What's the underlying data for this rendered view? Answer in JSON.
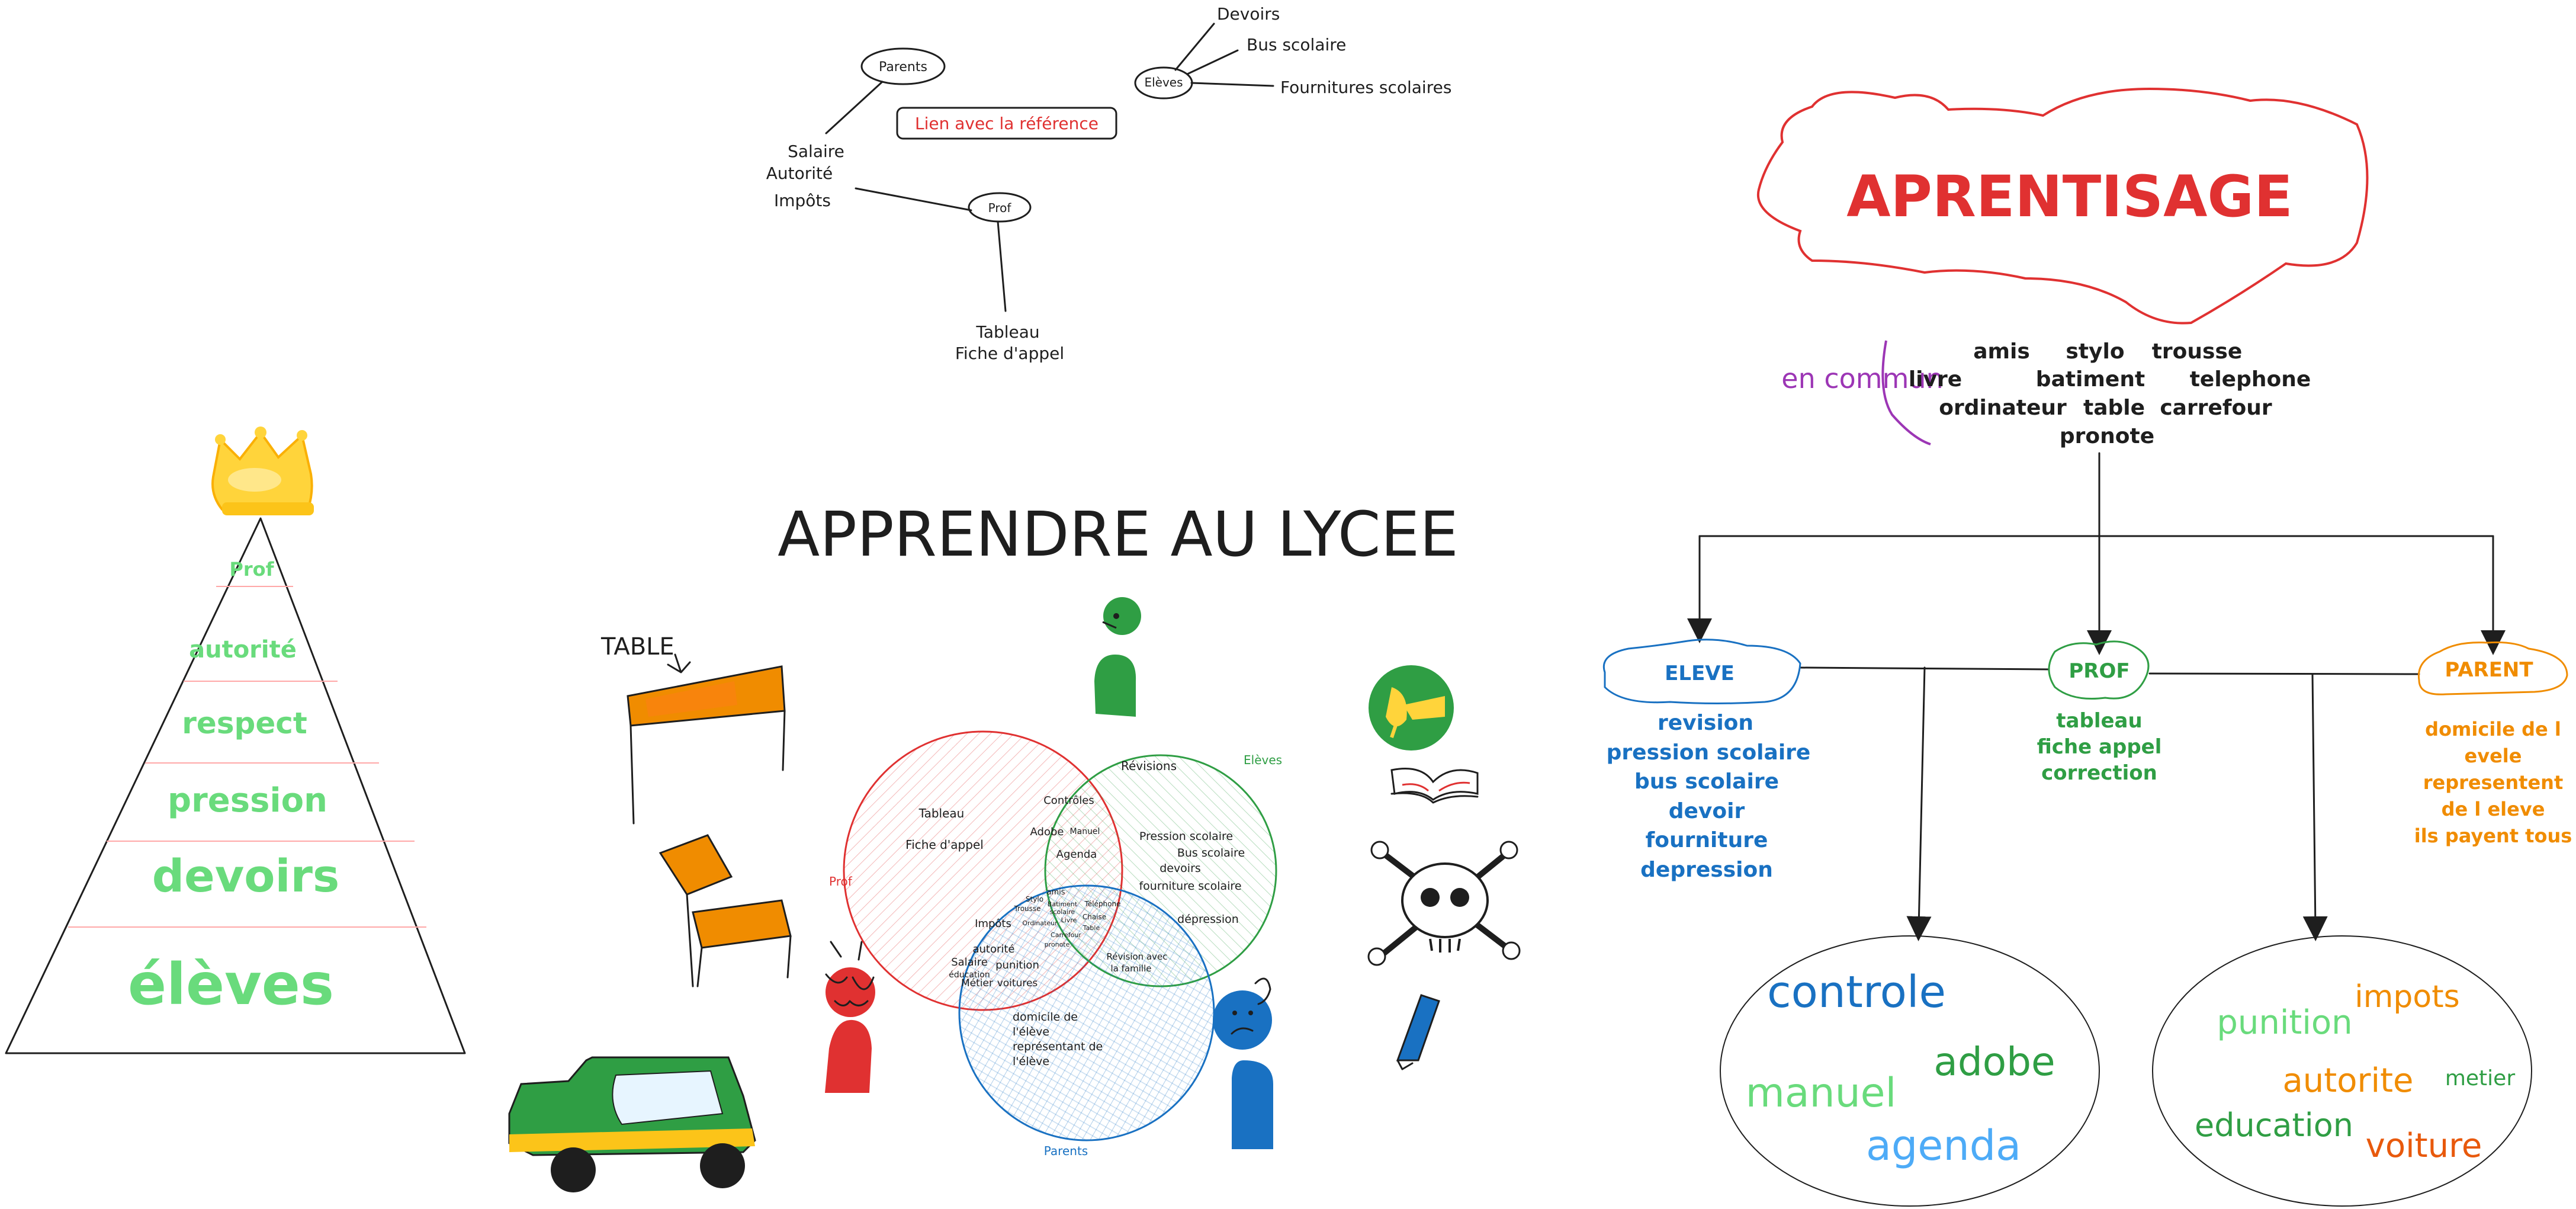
{
  "colors": {
    "ink": "#1e1e1e",
    "red": "#e03131",
    "green": "#2f9e44",
    "light_green": "#69db7c",
    "blue": "#1971c2",
    "light_blue": "#4dabf7",
    "orange": "#f08c00",
    "dark_orange": "#e8590c",
    "purple": "#9c36b5",
    "gold": "#ffd43b"
  },
  "mindmap": {
    "parents": {
      "label": "Parents",
      "items": [
        "Salaire",
        "Autorité",
        "Impôts"
      ]
    },
    "eleves": {
      "label": "Elèves",
      "items": [
        "Devoirs",
        "Bus scolaire",
        "Fournitures scolaires"
      ]
    },
    "prof": {
      "label": "Prof",
      "items": [
        "Tableau",
        "Fiche d'appel"
      ]
    },
    "link_label": "Lien avec la référence"
  },
  "pyramid": {
    "levels": [
      "Prof",
      "autorité",
      "respect",
      "pression",
      "devoirs",
      "élèves"
    ],
    "crown_icon": "crown-icon"
  },
  "center": {
    "title": "APPRENDRE AU LYCEE",
    "table_label": "TABLE"
  },
  "venn": {
    "sets": {
      "prof": "Prof",
      "eleves": "Elèves",
      "parents": "Parents"
    },
    "prof_only": [
      "Tableau",
      "Fiche d'appel"
    ],
    "eleves_only": [
      "Révisions",
      "Pression scolaire",
      "Bus scolaire",
      "devoirs",
      "fourniture scolaire",
      "dépression"
    ],
    "parents_only": [
      "domicile de",
      "l'élève",
      "représentant de",
      "l'élève"
    ],
    "prof_eleves": [
      "Contrôles",
      "Adobe",
      "Manuel",
      "Agenda"
    ],
    "prof_parents": [
      "Impôts",
      "autorité",
      "Salaire",
      "punition",
      "éducation",
      "Métier",
      "voitures"
    ],
    "eleves_parents": [
      "Révision avec",
      "la famille"
    ],
    "all_three": [
      "amis",
      "Stylo",
      "Trousse",
      "Batiment",
      "scolaire",
      "Livre",
      "Ordinateur",
      "Téléphone",
      "Chaise",
      "Table",
      "Carrefour",
      "pronote"
    ]
  },
  "concept_map": {
    "title": "APRENTISAGE",
    "common_label": "en commun",
    "common_words": [
      [
        "amis",
        "stylo",
        "trousse"
      ],
      [
        "livre",
        "batiment",
        "telephone"
      ],
      [
        "ordinateur",
        "table",
        "carrefour"
      ],
      [
        "pronote"
      ]
    ],
    "eleve": {
      "label": "ELEVE",
      "items": [
        "revision",
        "pression scolaire",
        "bus scolaire",
        "devoir",
        "fourniture",
        "depression"
      ]
    },
    "prof": {
      "label": "PROF",
      "items": [
        "tableau",
        "fiche appel",
        "correction"
      ]
    },
    "parent": {
      "label": "PARENT",
      "items": [
        "domicile de l",
        "evele",
        "representent",
        "de l eleve",
        "ils payent tous"
      ]
    },
    "eleve_prof_shared": [
      "controle",
      "adobe",
      "manuel",
      "agenda"
    ],
    "prof_parent_shared": [
      "punition",
      "impots",
      "autorite",
      "metier",
      "education",
      "voiture"
    ]
  }
}
